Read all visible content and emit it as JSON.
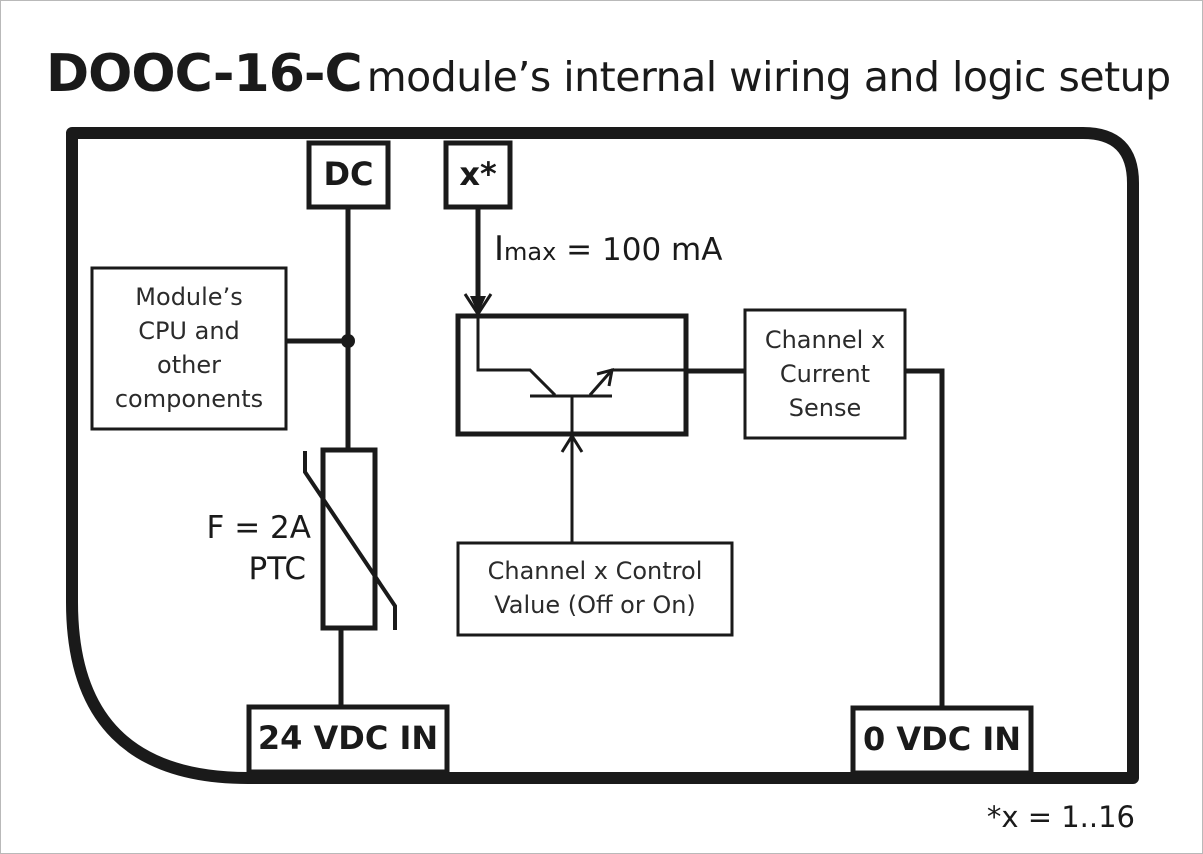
{
  "title": {
    "bold": "DOOC-16-C",
    "rest": "module’s internal wiring and logic setup"
  },
  "terminals": {
    "dc": "DC",
    "x": "x*",
    "vdc24": "24 VDC IN",
    "vdc0": "0 VDC IN"
  },
  "boxes": {
    "cpu": [
      "Module’s",
      "CPU and",
      "other",
      "components"
    ],
    "current_sense": [
      "Channel x",
      "Current",
      "Sense"
    ],
    "control": [
      "Channel x Control",
      "Value (Off or On)"
    ]
  },
  "labels": {
    "imax_symbol": "I",
    "imax_sub": "max",
    "imax_value": " = 100 mA",
    "fuse_rating": "F = 2A",
    "fuse_type": "PTC"
  },
  "footnote": "*x = 1..16"
}
